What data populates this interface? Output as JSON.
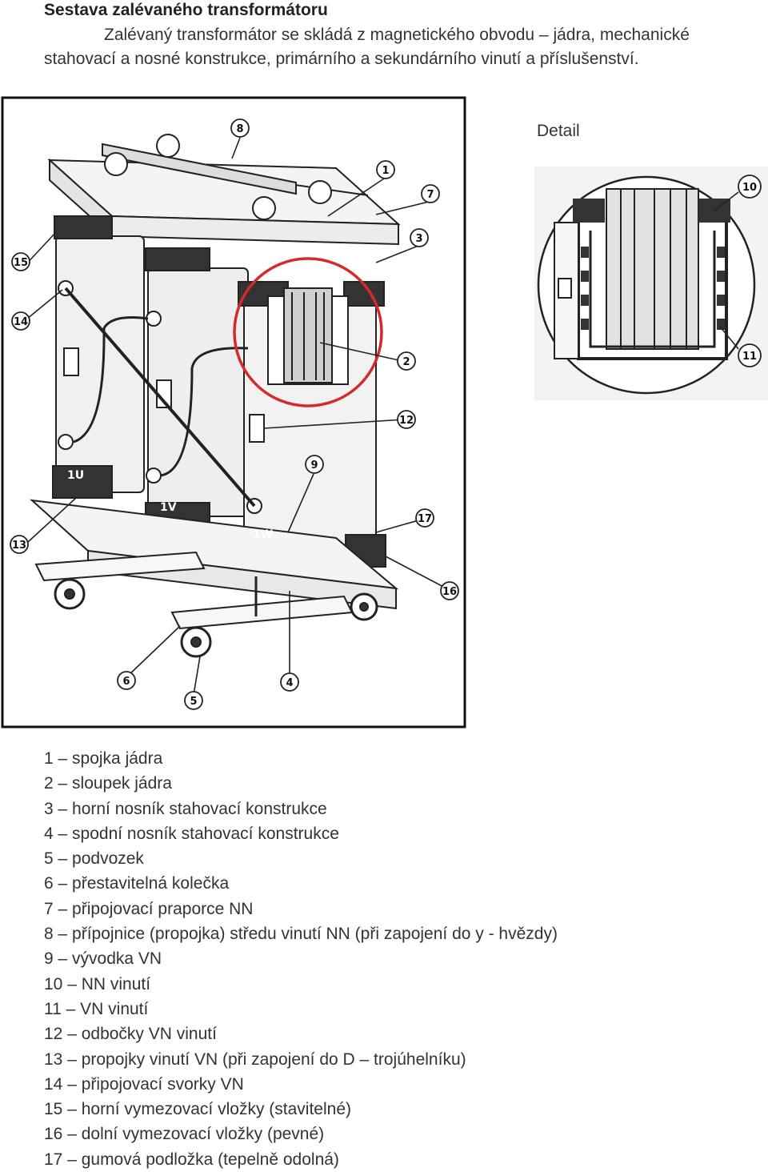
{
  "heading": "Sestava zalévaného transformátoru",
  "intro": "Zalévaný transformátor se skládá z magnetického obvodu – jádra, mechanické stahovací a nosné konstrukce, primárního a sekundárního vinutí a příslušenství.",
  "figure": {
    "callouts": [
      "1",
      "2",
      "3",
      "4",
      "5",
      "6",
      "7",
      "8",
      "9",
      "12",
      "13",
      "14",
      "15",
      "16",
      "17"
    ],
    "phase_labels": [
      "1U",
      "1V",
      "1W"
    ]
  },
  "detail": {
    "label": "Detail",
    "callouts": [
      "10",
      "11"
    ]
  },
  "legend": [
    "1 – spojka jádra",
    "2 – sloupek jádra",
    "3 – horní nosník stahovací konstrukce",
    "4 – spodní nosník stahovací konstrukce",
    "5 – podvozek",
    "6 – přestavitelná kolečka",
    "7 – připojovací praporce NN",
    "8 – přípojnice (propojka) středu vinutí NN (při zapojení do y - hvězdy)",
    "9 – vývodka VN",
    "10 – NN vinutí",
    "11 – VN vinutí",
    "12 – odbočky VN vinutí",
    "13 – propojky vinutí VN (při zapojení do D – trojúhelníku)",
    "14 – připojovací svorky VN",
    "15 – horní vymezovací vložky (stavitelné)",
    "16 – dolní vymezovací vložky (pevné)",
    "17 – gumová podložka (tepelně odolná)"
  ],
  "colors": {
    "highlight": "#d42a2a",
    "ink": "#222222"
  }
}
